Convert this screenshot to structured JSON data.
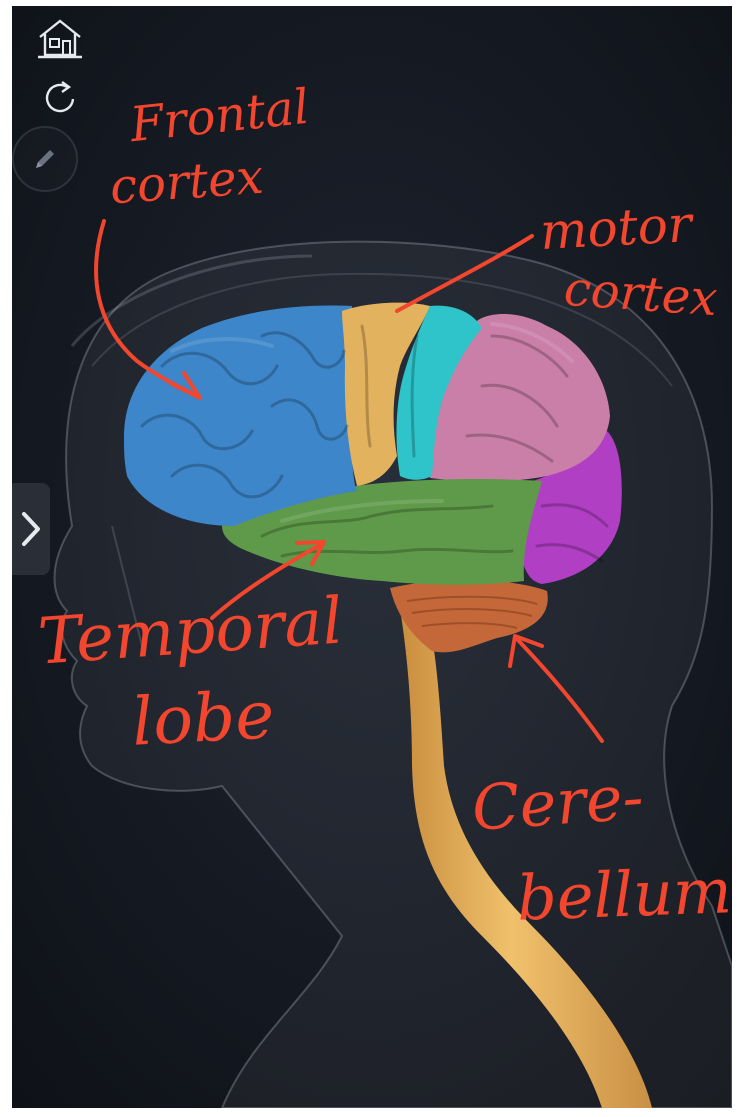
{
  "toolbar": {
    "home_icon": "home-icon",
    "reset_icon": "rotate-icon",
    "annotate_icon": "pencil-icon"
  },
  "side_panel": {
    "toggle_icon": "chevron-right-icon"
  },
  "annotations": {
    "frontal_line1": "Frontal",
    "frontal_line2": "cortex",
    "motor_line1": "motor",
    "motor_line2": "cortex",
    "temporal_line1": "Temporal",
    "temporal_line2": "lobe",
    "cerebellum_line1": "Cere-",
    "cerebellum_line2": "bellum"
  },
  "colors": {
    "background": "#12161d",
    "annotation": "#f2462e",
    "frontal": "#3d86c9",
    "motor": "#e2b25e",
    "sensory": "#2ec4c9",
    "parietal": "#c97fa8",
    "occipital": "#b03fc4",
    "temporal": "#5f9a4a",
    "cerebellum": "#c4683a",
    "spinal_cord": "#e8b160"
  }
}
